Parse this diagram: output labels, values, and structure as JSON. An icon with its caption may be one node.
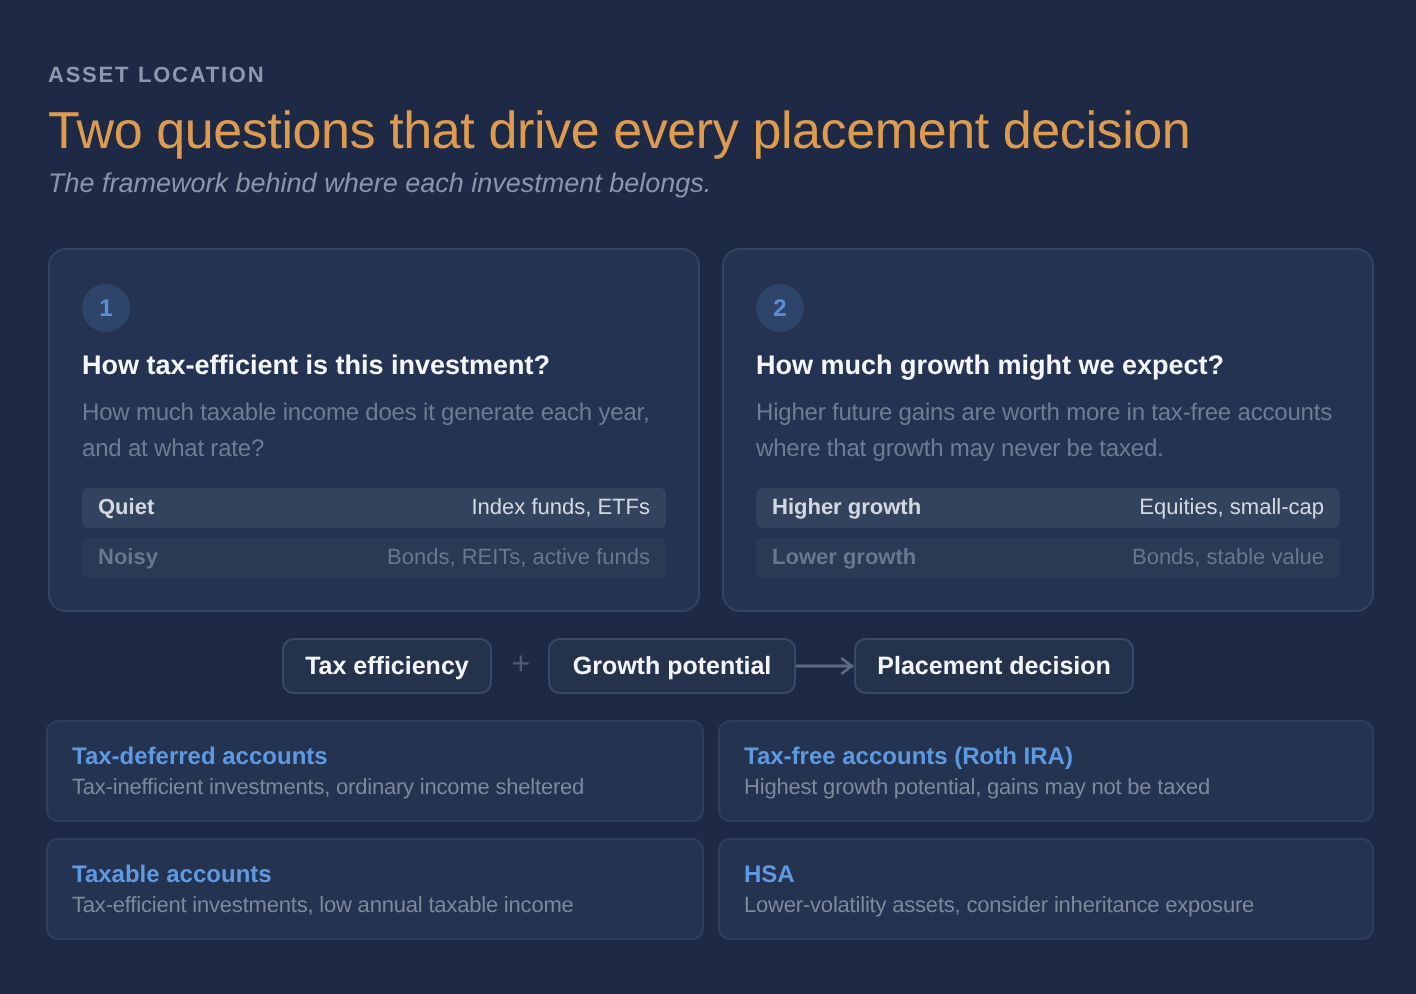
{
  "diagram": {
    "title": "Two questions that drive every placement decision",
    "nodes": [
      {
        "text": [
          "How tax-efficient is this investment?",
          "How much taxable income does it generate each year, and at what rate?"
        ]
      },
      {
        "text": [
          "1"
        ],
        "in": 0
      },
      {
        "text": [
          "Quiet",
          "Index funds, ETFs"
        ],
        "in": 0
      },
      {
        "text": [
          "Noisy",
          "Bonds, REITs, active funds"
        ],
        "in": 0
      },
      {
        "text": [
          "How much growth might we expect?",
          "Higher future gains are worth more in tax-free accounts where that growth may never be taxed."
        ]
      },
      {
        "text": [
          "2"
        ],
        "in": 4
      },
      {
        "text": [
          "Higher growth",
          "Equities, small-cap"
        ],
        "in": 4
      },
      {
        "text": [
          "Lower growth",
          "Bonds, stable value"
        ],
        "in": 4
      },
      {
        "text": [
          "Tax efficiency"
        ]
      },
      {
        "text": [
          "Growth potential"
        ]
      },
      {
        "text": [
          "Placement decision"
        ]
      },
      {
        "text": [
          "Tax-deferred accounts",
          "Tax-inefficient investments, ordinary income sheltered"
        ]
      },
      {
        "text": [
          "Tax-free accounts (Roth IRA)",
          "Highest growth potential, gains may not be taxed"
        ]
      },
      {
        "text": [
          "Taxable accounts",
          "Tax-efficient investments, low annual taxable income"
        ]
      },
      {
        "text": [
          "HSA",
          "Lower-volatility assets, consider inheritance exposure"
        ]
      }
    ],
    "edges": [
      {
        "from": 9,
        "to": 10,
        "arrow": "to"
      }
    ],
    "labels": [
      "ASSET LOCATION",
      "The framework behind where each investment belongs.",
      "+"
    ]
  }
}
